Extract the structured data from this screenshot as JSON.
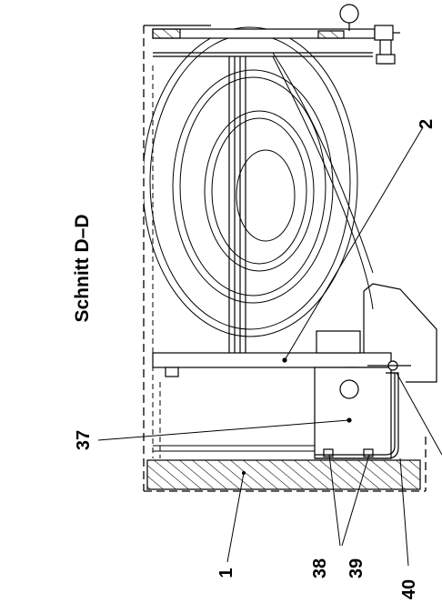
{
  "title": "Schnitt  D–D",
  "callouts": [
    {
      "id": "2",
      "label": "2"
    },
    {
      "id": "37",
      "label": "37"
    },
    {
      "id": "1",
      "label": "1"
    },
    {
      "id": "38",
      "label": "38"
    },
    {
      "id": "39",
      "label": "39"
    },
    {
      "id": "40",
      "label": "40"
    }
  ]
}
